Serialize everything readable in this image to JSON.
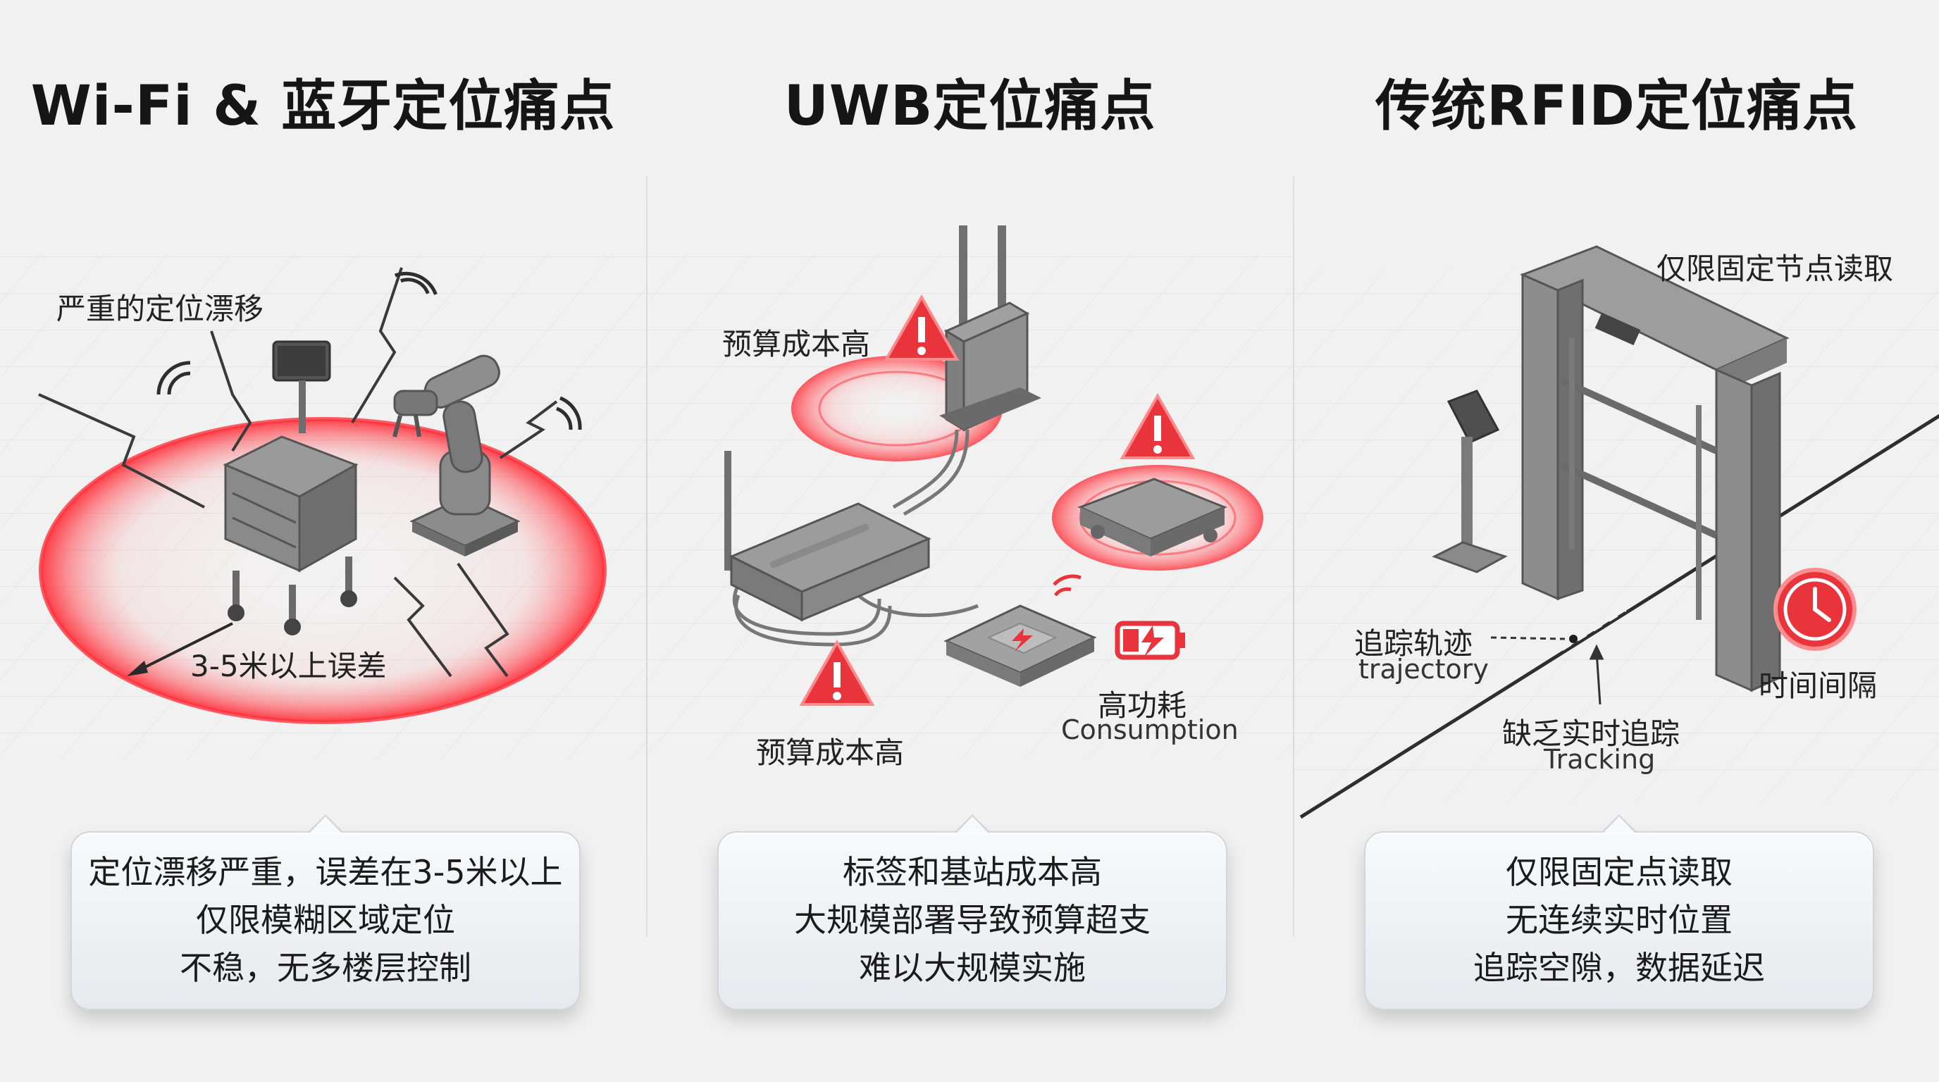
{
  "panels": [
    {
      "title": "Wi-Fi & 蓝牙定位痛点",
      "labels": {
        "drift": "严重的定位漂移",
        "error": "3-5米以上误差"
      },
      "bubble": [
        "定位漂移严重，误差在3-5米以上",
        "仅限模糊区域定位",
        "不稳，无多楼层控制"
      ]
    },
    {
      "title": "UWB定位痛点",
      "labels": {
        "cost_top": "预算成本高",
        "cost_bottom": "预算成本高",
        "power": "高功耗",
        "power_en": "Consumption"
      },
      "bubble": [
        "标签和基站成本高",
        "大规模部署导致预算超支",
        "难以大规模实施"
      ]
    },
    {
      "title": "传统RFID定位痛点",
      "labels": {
        "fixed": "仅限固定节点读取",
        "trajectory": "追踪轨迹",
        "trajectory_en": "trajectory",
        "realtime": "缺乏实时追踪",
        "realtime_en": "Tracking",
        "interval": "时间间隔"
      },
      "bubble": [
        "仅限固定点读取",
        "无连续实时位置",
        "追踪空隙，数据延迟"
      ]
    }
  ],
  "colors": {
    "alert_red": "#e8343a",
    "device_gray": "#7d7f83",
    "bubble_bg": "#eef0f3"
  }
}
